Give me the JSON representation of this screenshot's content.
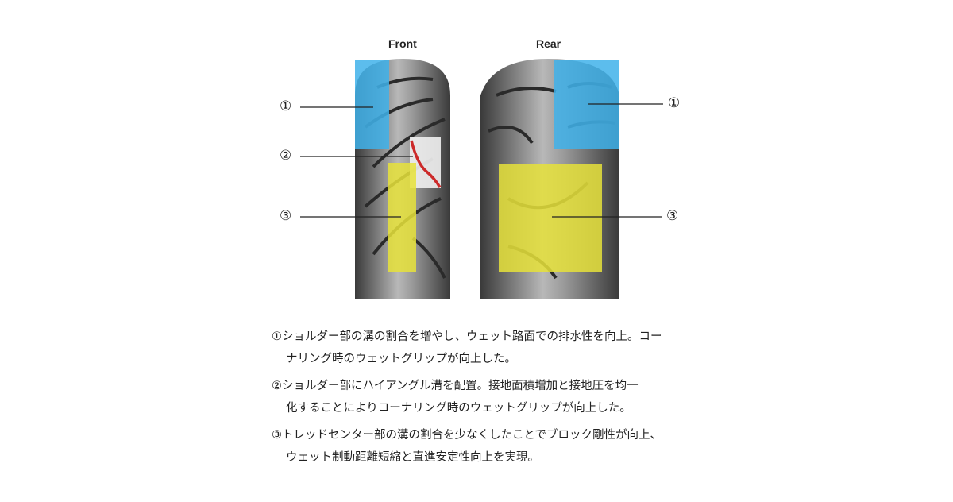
{
  "labels": {
    "front": "Front",
    "rear": "Rear"
  },
  "markers": {
    "one": "①",
    "two": "②",
    "three": "③"
  },
  "colors": {
    "shoulder": "#3fb1ea",
    "center": "#e6e23a",
    "high_angle_groove": "#cc2a2a"
  },
  "descriptions": [
    {
      "line1": "①ショルダー部の溝の割合を増やし、ウェット路面での排水性を向上。コー",
      "line2": "ナリング時のウェットグリップが向上した。"
    },
    {
      "line1": "②ショルダー部にハイアングル溝を配置。接地面積増加と接地圧を均一",
      "line2": "化することによりコーナリング時のウェットグリップが向上した。"
    },
    {
      "line1": "③トレッドセンター部の溝の割合を少なくしたことでブロック剛性が向上、",
      "line2": "ウェット制動距離短縮と直進安定性向上を実現。"
    }
  ]
}
